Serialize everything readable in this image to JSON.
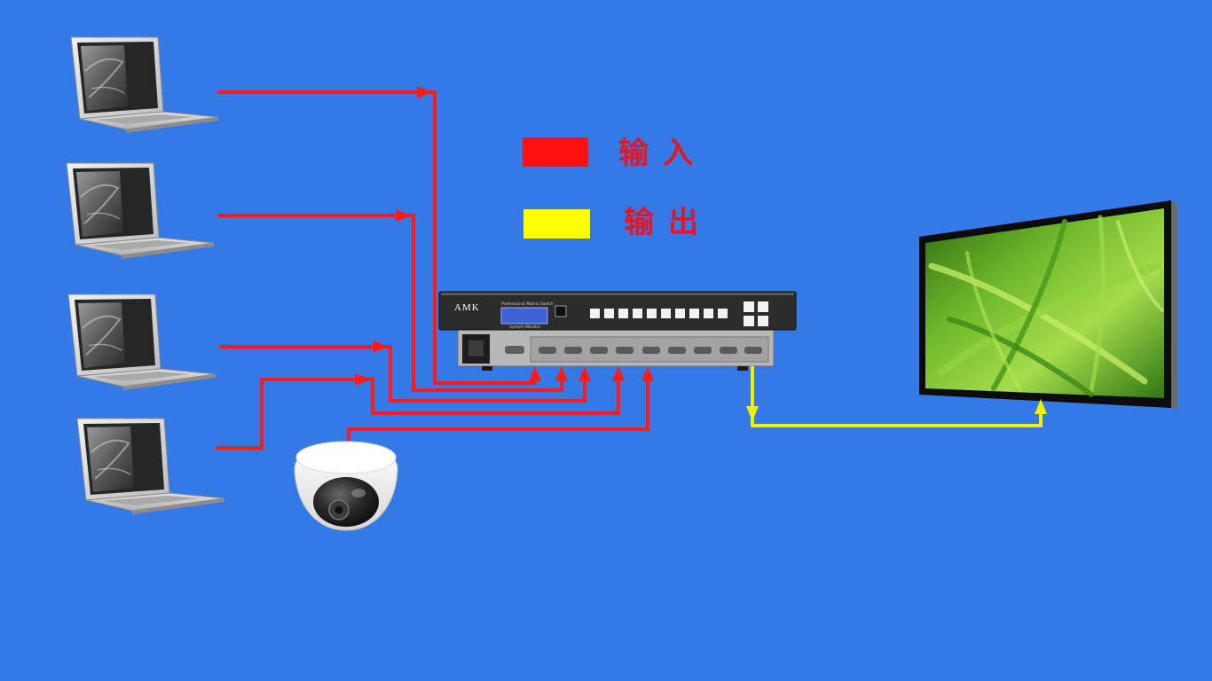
{
  "legend": [
    {
      "label": "输入",
      "color": "#FF1010"
    },
    {
      "label": "输出",
      "color": "#FFFF00"
    }
  ],
  "device": {
    "brand": "AMK",
    "title": "Professional Matrix Switch",
    "subtitle": "System Monitor"
  },
  "colors": {
    "background": "#3479E6",
    "input_line": "#FF1A1A",
    "output_line": "#F0F000",
    "legend_text": "#E8141E"
  },
  "icons": {
    "input_source": "laptop-icon",
    "camera": "dome-camera-icon",
    "switch": "matrix-switch-icon",
    "output": "display-icon"
  }
}
